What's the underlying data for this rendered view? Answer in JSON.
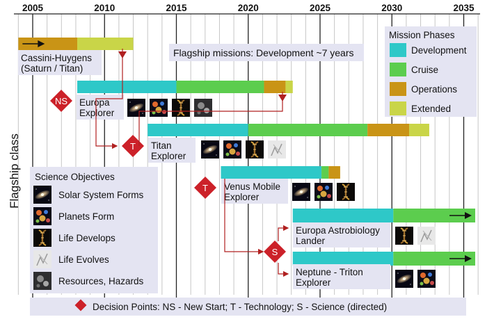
{
  "y_axis_label": "Flagship class",
  "years": [
    "2005",
    "2010",
    "2015",
    "2020",
    "2025",
    "2030",
    "2035"
  ],
  "colors": {
    "development": "#2ec8c8",
    "cruise": "#5ccd4e",
    "operations": "#c99416",
    "extended": "#c9d548",
    "decision": "#cc2129",
    "panel": "#e4e4f2",
    "arrow": "#b02020"
  },
  "headline": "Flagship missions: Development ~7 years",
  "legend": {
    "title": "Mission Phases",
    "items": [
      {
        "key": "development",
        "label": "Development"
      },
      {
        "key": "cruise",
        "label": "Cruise"
      },
      {
        "key": "operations",
        "label": "Operations"
      },
      {
        "key": "extended",
        "label": "Extended"
      }
    ]
  },
  "missions": [
    {
      "name_line1": "Cassini-Huygens",
      "name_line2": "(Saturn / Titan)",
      "decision": "",
      "phases": [
        {
          "phase": "operations",
          "start": 2004.0,
          "end": 2008.1
        },
        {
          "phase": "extended",
          "start": 2008.1,
          "end": 2012.0
        }
      ],
      "continues": true,
      "icons": []
    },
    {
      "name_line1": "Europa",
      "name_line2": "Explorer",
      "decision": "NS",
      "phases": [
        {
          "phase": "development",
          "start": 2008.1,
          "end": 2015.0
        },
        {
          "phase": "cruise",
          "start": 2015.0,
          "end": 2021.1
        },
        {
          "phase": "operations",
          "start": 2021.1,
          "end": 2022.6
        },
        {
          "phase": "extended",
          "start": 2022.6,
          "end": 2023.1
        }
      ],
      "continues": false,
      "icons": [
        "galaxy-icon",
        "planets-icon",
        "dna-icon",
        "hazards-icon"
      ]
    },
    {
      "name_line1": "Titan",
      "name_line2": "Explorer",
      "decision": "T",
      "phases": [
        {
          "phase": "development",
          "start": 2013.0,
          "end": 2020.0
        },
        {
          "phase": "cruise",
          "start": 2020.0,
          "end": 2028.3
        },
        {
          "phase": "operations",
          "start": 2028.3,
          "end": 2031.2
        },
        {
          "phase": "extended",
          "start": 2031.2,
          "end": 2032.6
        }
      ],
      "continues": false,
      "icons": [
        "galaxy-icon",
        "planets-icon",
        "dna-icon",
        "evolves-icon"
      ]
    },
    {
      "name_line1": "Venus Mobile",
      "name_line2": "Explorer",
      "decision": "T",
      "phases": [
        {
          "phase": "development",
          "start": 2018.1,
          "end": 2025.1
        },
        {
          "phase": "cruise",
          "start": 2025.1,
          "end": 2025.6
        },
        {
          "phase": "operations",
          "start": 2025.6,
          "end": 2026.4
        }
      ],
      "continues": false,
      "icons": [
        "galaxy-icon",
        "planets-icon",
        "dna-icon"
      ]
    },
    {
      "name_line1": "Europa Astrobiology",
      "name_line2": "Lander",
      "decision": "",
      "phases": [
        {
          "phase": "development",
          "start": 2023.1,
          "end": 2030.1
        },
        {
          "phase": "cruise",
          "start": 2030.1,
          "end": 2036.3
        }
      ],
      "continues": true,
      "icons": [
        "dna-icon",
        "evolves-icon"
      ]
    },
    {
      "name_line1": "Neptune - Triton",
      "name_line2": "Explorer",
      "decision": "S",
      "phases": [
        {
          "phase": "development",
          "start": 2023.1,
          "end": 2030.1
        },
        {
          "phase": "cruise",
          "start": 2030.1,
          "end": 2036.3
        }
      ],
      "continues": true,
      "icons": [
        "galaxy-icon",
        "planets-icon"
      ]
    }
  ],
  "science": {
    "title": "Science Objectives",
    "items": [
      {
        "icon": "galaxy-icon",
        "label": "Solar System Forms"
      },
      {
        "icon": "planets-icon",
        "label": "Planets Form"
      },
      {
        "icon": "dna-icon",
        "label": "Life Develops"
      },
      {
        "icon": "evolves-icon",
        "label": "Life Evolves"
      },
      {
        "icon": "hazards-icon",
        "label": "Resources, Hazards"
      }
    ]
  },
  "footer": "Decision Points: NS - New Start; T - Technology; S - Science (directed)"
}
